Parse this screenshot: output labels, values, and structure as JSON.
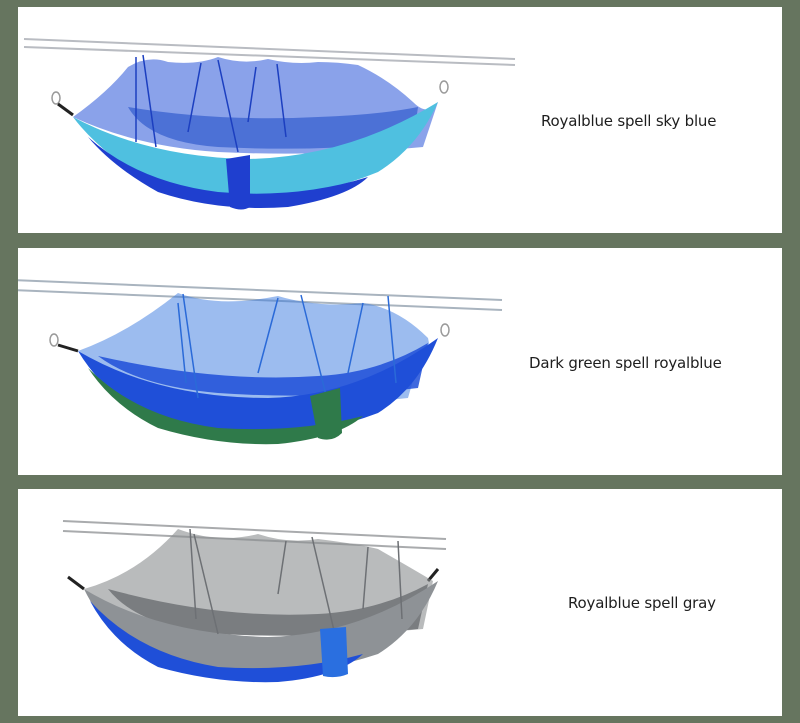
{
  "page": {
    "background_color": "#66755f",
    "panel_color": "#ffffff"
  },
  "variants": [
    {
      "label": "Royalblue spell sky blue",
      "image": "hammock-with-mosquito-net-royalblue-skyblue",
      "colors": {
        "net": "#2a55d8",
        "body_outer": "#1f3fcf",
        "body_inner": "#4fc0e0",
        "pouch": "#1f3fcf"
      }
    },
    {
      "label": "Dark green spell royalblue",
      "image": "hammock-with-mosquito-net-darkgreen-royalblue",
      "colors": {
        "net": "#3a7ae0",
        "body_outer": "#2f7a4a",
        "body_inner": "#1f4fd8",
        "pouch": "#2f7a4a"
      }
    },
    {
      "label": "Royalblue spell gray",
      "image": "hammock-with-mosquito-net-royalblue-gray",
      "colors": {
        "net": "#8a8d90",
        "body_outer": "#1f4fd8",
        "body_inner": "#8e9296",
        "pouch": "#2a6fe0"
      }
    }
  ]
}
